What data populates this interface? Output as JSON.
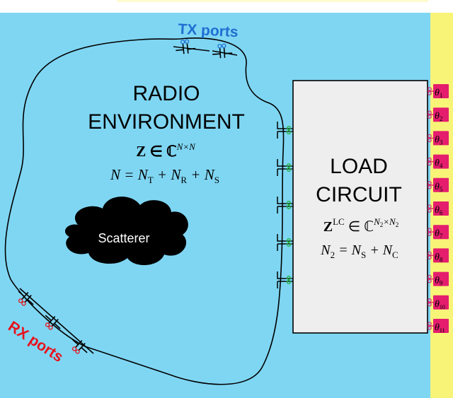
{
  "colors": {
    "background": "#7fd6f3",
    "right_strip": "#f8f478",
    "top_strip": "#fdfbd0",
    "tx_label": "#1f6fd1",
    "rx_label": "#e8121b",
    "port_magenta": "#d92b73",
    "port_green": "#1db33a",
    "load_box": "#eeeeee",
    "scatterer": "#000000"
  },
  "environment": {
    "title_line1": "RADIO",
    "title_line2": "ENVIRONMENT",
    "matrix": "Z ∈ ℂ",
    "matrix_sup": "N×N",
    "eq_parts": [
      "N = N",
      "T",
      " + N",
      "R",
      " + N",
      "S"
    ]
  },
  "tx_label": "TX ports",
  "rx_label": "RX ports",
  "scatterer_label": "Scatterer",
  "load": {
    "title_line1": "LOAD",
    "title_line2": "CIRCUIT",
    "matrix_base": "Z",
    "matrix_sup": "LC",
    "matrix_mid": " ∈ ℂ",
    "matrix_sup2": "N",
    "matrix_sup2_sub": "2",
    "matrix_sup2_x": "×N",
    "matrix_sup2_sub2": "2",
    "eq_parts": [
      "N",
      "2",
      " = N",
      "S",
      " + N",
      "C"
    ]
  },
  "thetas": [
    {
      "base": "θ",
      "sub": "1"
    },
    {
      "base": "θ",
      "sub": "2"
    },
    {
      "base": "θ",
      "sub": "3"
    },
    {
      "base": "θ",
      "sub": "4"
    },
    {
      "base": "θ",
      "sub": "5"
    },
    {
      "base": "θ",
      "sub": "6"
    },
    {
      "base": "θ",
      "sub": "7"
    },
    {
      "base": "θ",
      "sub": "8"
    },
    {
      "base": "θ",
      "sub": "9"
    },
    {
      "base": "θ",
      "sub": "10"
    },
    {
      "base": "θ",
      "sub": "11"
    }
  ]
}
